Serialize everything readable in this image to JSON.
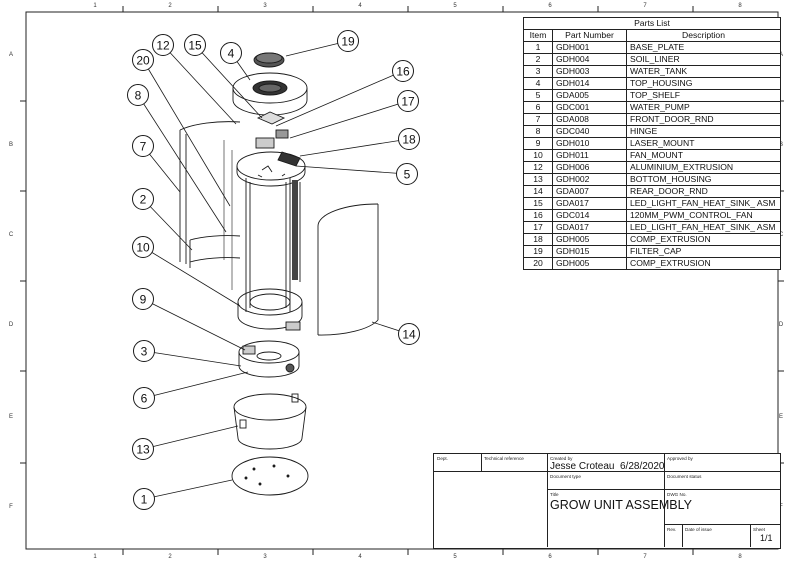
{
  "zone_labels": {
    "columns": [
      "1",
      "2",
      "3",
      "4",
      "5",
      "6",
      "7",
      "8"
    ],
    "rows": [
      "A",
      "B",
      "C",
      "D",
      "E",
      "F"
    ]
  },
  "balloons": [
    "1",
    "2",
    "3",
    "4",
    "5",
    "6",
    "7",
    "8",
    "9",
    "10",
    "12",
    "13",
    "14",
    "15",
    "16",
    "17",
    "18",
    "19",
    "20"
  ],
  "parts_list": {
    "title": "Parts List",
    "headers": {
      "item": "Item",
      "part_number": "Part Number",
      "description": "Description"
    },
    "rows": [
      {
        "item": "1",
        "part_number": "GDH001",
        "description": "BASE_PLATE"
      },
      {
        "item": "2",
        "part_number": "GDH004",
        "description": "SOIL_LINER"
      },
      {
        "item": "3",
        "part_number": "GDH003",
        "description": "WATER_TANK"
      },
      {
        "item": "4",
        "part_number": "GDH014",
        "description": "TOP_HOUSING"
      },
      {
        "item": "5",
        "part_number": "GDA005",
        "description": "TOP_SHELF"
      },
      {
        "item": "6",
        "part_number": "GDC001",
        "description": "WATER_PUMP"
      },
      {
        "item": "7",
        "part_number": "GDA008",
        "description": "FRONT_DOOR_RND"
      },
      {
        "item": "8",
        "part_number": "GDC040",
        "description": "HINGE"
      },
      {
        "item": "9",
        "part_number": "GDH010",
        "description": "LASER_MOUNT"
      },
      {
        "item": "10",
        "part_number": "GDH011",
        "description": "FAN_MOUNT"
      },
      {
        "item": "12",
        "part_number": "GDH006",
        "description": "ALUMINIUM_EXTRUSION"
      },
      {
        "item": "13",
        "part_number": "GDH002",
        "description": "BOTTOM_HOUSING"
      },
      {
        "item": "14",
        "part_number": "GDA007",
        "description": "REAR_DOOR_RND"
      },
      {
        "item": "15",
        "part_number": "GDA017",
        "description": "LED_LIGHT_FAN_HEAT_SINK_ ASM"
      },
      {
        "item": "16",
        "part_number": "GDC014",
        "description": "120MM_PWM_CONTROL_FAN"
      },
      {
        "item": "17",
        "part_number": "GDA017",
        "description": "LED_LIGHT_FAN_HEAT_SINK_ ASM"
      },
      {
        "item": "18",
        "part_number": "GDH005",
        "description": "COMP_EXTRUSION"
      },
      {
        "item": "19",
        "part_number": "GDH015",
        "description": "FILTER_CAP"
      },
      {
        "item": "20",
        "part_number": "GDH005",
        "description": "COMP_EXTRUSION"
      }
    ]
  },
  "title_block": {
    "dept_label": "Dept.",
    "technical_reference_label": "Technical reference",
    "created_by_label": "Created by",
    "created_by": "Jesse Croteau",
    "created_date": "6/28/2020",
    "approved_by_label": "Approved by",
    "document_type_label": "Document type",
    "document_status_label": "Document status",
    "title_label": "Title",
    "title": "GROW UNIT ASSEMBLY",
    "dwg_no_label": "DWG No.",
    "rev_label": "Rev.",
    "date_of_issue_label": "Date of issue",
    "sheet_label": "Sheet",
    "sheet": "1/1"
  }
}
